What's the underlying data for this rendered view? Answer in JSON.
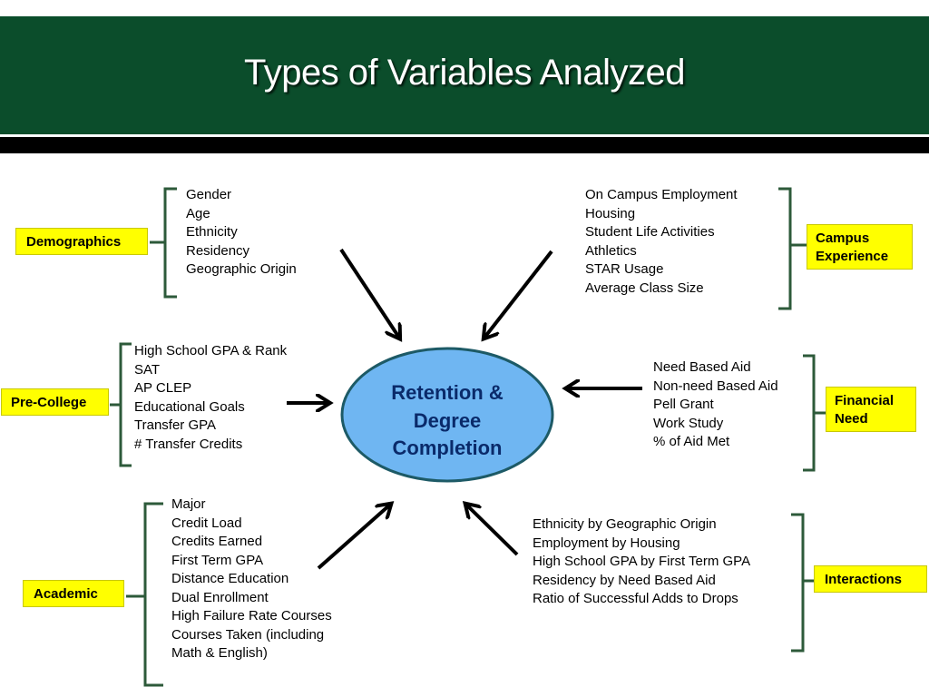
{
  "slide": {
    "title": "Types of Variables Analyzed",
    "colors": {
      "header": "#0b4d2b",
      "label_fill": "#ffff00",
      "bracket": "#2d5a3a",
      "ellipse_fill": "#6fb6f2",
      "ellipse_stroke": "#1d5a66",
      "center_text": "#0a2a6a",
      "arrow": "#000000"
    }
  },
  "center": {
    "lines": [
      "Retention &",
      "Degree",
      "Completion"
    ]
  },
  "groups": {
    "demographics": {
      "label": "Demographics",
      "items": [
        "Gender",
        "Age",
        "Ethnicity",
        "Residency",
        "Geographic Origin"
      ]
    },
    "campus_experience": {
      "label_lines": [
        "Campus",
        "Experience"
      ],
      "items": [
        "On Campus Employment",
        "Housing",
        "Student Life Activities",
        "Athletics",
        "STAR Usage",
        "Average Class Size"
      ]
    },
    "pre_college": {
      "label": "Pre-College",
      "items": [
        "High School GPA & Rank",
        "SAT",
        "AP CLEP",
        "Educational Goals",
        "Transfer GPA",
        "# Transfer Credits"
      ]
    },
    "financial_need": {
      "label_lines": [
        "Financial",
        "Need"
      ],
      "items": [
        "Need Based Aid",
        "Non-need Based Aid",
        "Pell Grant",
        "Work Study",
        "% of Aid Met"
      ]
    },
    "academic": {
      "label": "Academic",
      "items": [
        "Major",
        "Credit Load",
        "Credits Earned",
        "First Term GPA",
        "Distance Education",
        "Dual Enrollment",
        "High Failure Rate Courses",
        "Courses Taken (including",
        "Math & English)"
      ]
    },
    "interactions": {
      "label": "Interactions",
      "items": [
        "Ethnicity by Geographic Origin",
        "Employment by Housing",
        "High School GPA by First Term GPA",
        "Residency by Need Based Aid",
        "Ratio of Successful Adds to Drops"
      ]
    }
  }
}
